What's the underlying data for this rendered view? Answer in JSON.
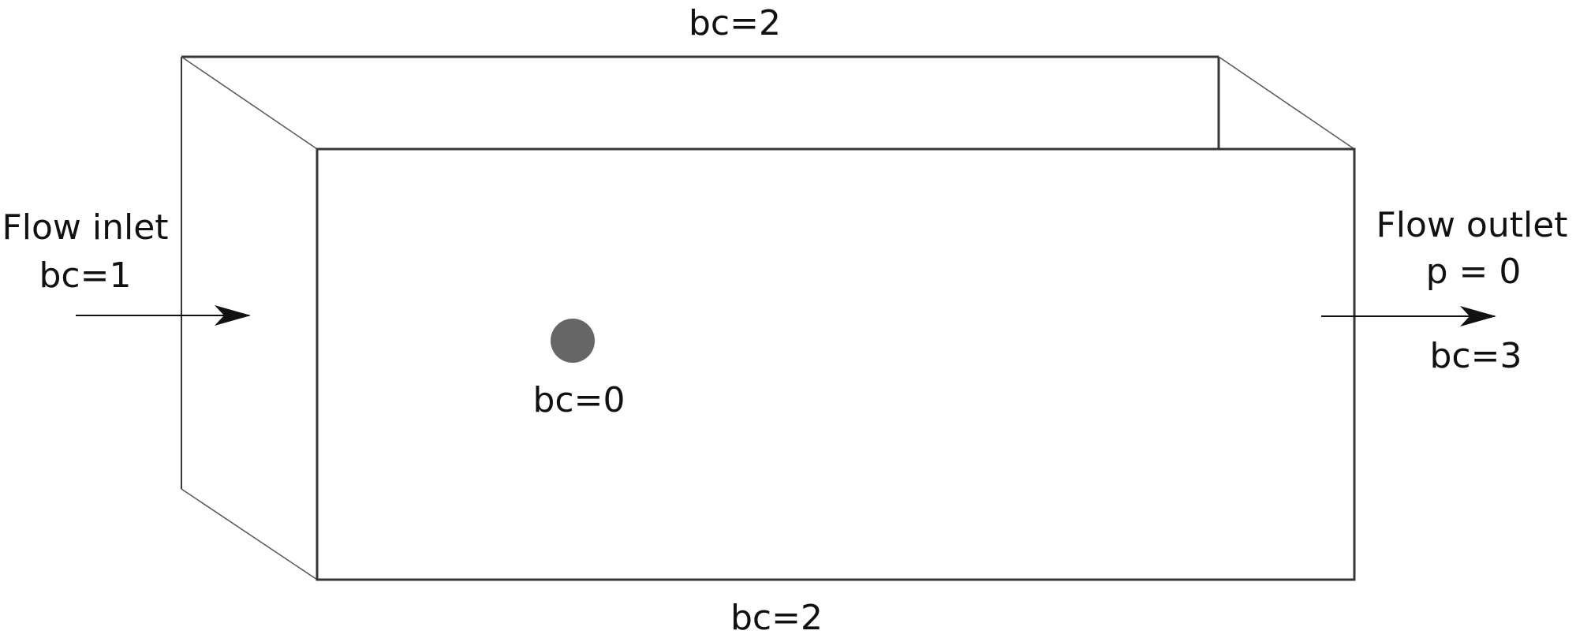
{
  "labels": {
    "top_wall": "bc=2",
    "bottom_wall": "bc=2",
    "inlet_title": "Flow inlet",
    "inlet_bc": "bc=1",
    "outlet_title": "Flow outlet",
    "outlet_pressure": "p = 0",
    "outlet_bc": "bc=3",
    "obstacle_bc": "bc=0"
  },
  "colors": {
    "edge": "#3a3435",
    "thin_edge": "#555555",
    "arrow": "#111111",
    "obstacle": "#666666",
    "text": "#111111"
  }
}
